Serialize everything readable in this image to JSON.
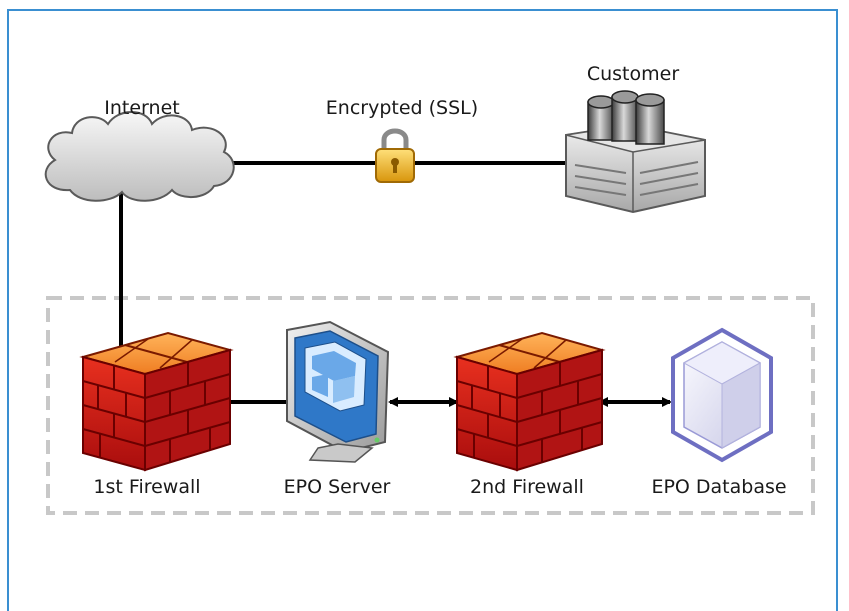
{
  "nodes": {
    "internet": {
      "label": "Internet"
    },
    "customer": {
      "label": "Customer"
    },
    "encryption": {
      "label": "Encrypted (SSL)"
    },
    "firewall1": {
      "label": "1st Firewall"
    },
    "epo_server": {
      "label": "EPO Server"
    },
    "firewall2": {
      "label": "2nd Firewall"
    },
    "epo_database": {
      "label": "EPO Database"
    }
  },
  "colors": {
    "frame_border": "#3a8fd1",
    "zone_border": "#c8c8c8",
    "brick_red": "#d01c1c",
    "brick_orange": "#f2862a",
    "lock_gold": "#f0b41e",
    "database_violet": "#6e6fc2"
  }
}
